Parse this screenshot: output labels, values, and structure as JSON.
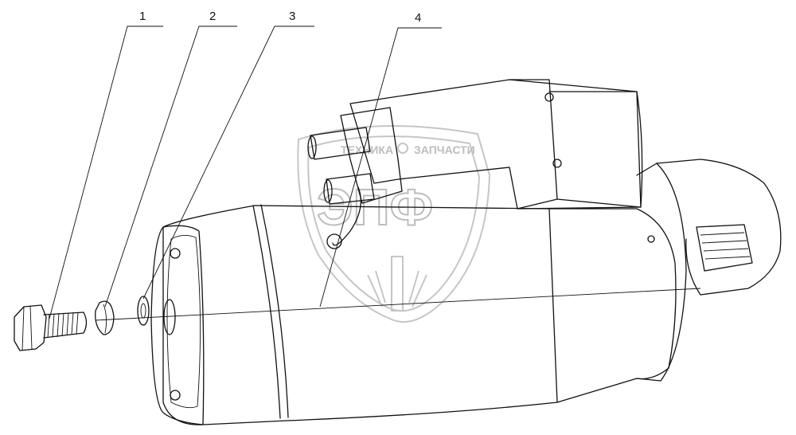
{
  "diagram": {
    "callouts": [
      {
        "id": "1",
        "label": "1"
      },
      {
        "id": "2",
        "label": "2"
      },
      {
        "id": "3",
        "label": "3"
      },
      {
        "id": "4",
        "label": "4"
      }
    ],
    "watermark": {
      "left_text": "ТЕХНИКА",
      "right_text": "ЗАПЧАСТИ",
      "logo": "ЭПФ",
      "color": "#bdbdbd"
    },
    "line_color": "#111111"
  }
}
